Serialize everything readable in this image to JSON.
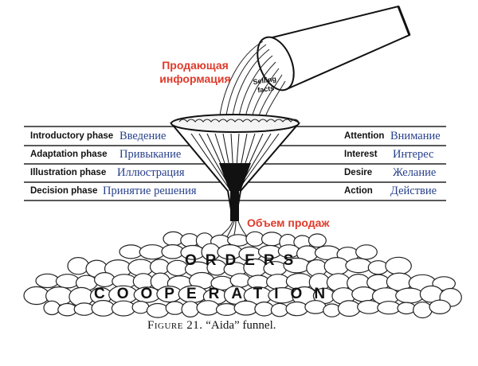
{
  "annotations": {
    "selling_info": "Продающая информация",
    "sales_volume": "Объем продаж"
  },
  "pipe_label": "Selling facts",
  "phases_left": [
    {
      "en": "Introductory phase",
      "ru": "Введение"
    },
    {
      "en": "Adaptation phase",
      "ru": "Привыкание"
    },
    {
      "en": "Illustration phase",
      "ru": "Иллюстрация"
    },
    {
      "en": "Decision phase",
      "ru": "Принятие решения"
    }
  ],
  "phases_right": [
    {
      "en": "Attention",
      "ru": "Внимание"
    },
    {
      "en": "Interest",
      "ru": "Интерес"
    },
    {
      "en": "Desire",
      "ru": "Желание"
    },
    {
      "en": "Action",
      "ru": "Действие"
    }
  ],
  "pile_top_word": "ORDERS",
  "pile_bottom_word": "COOPERATION",
  "caption": {
    "figure": "Figure 21.",
    "title": "“Aida” funnel."
  },
  "colors": {
    "ink": "#111111",
    "annotation_red": "#e03a2a",
    "translation_blue": "#27408b"
  }
}
